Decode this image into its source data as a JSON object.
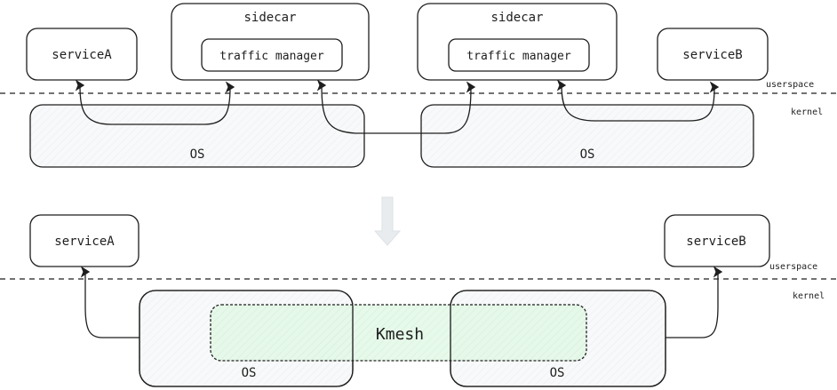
{
  "top": {
    "serviceA": "serviceA",
    "serviceB": "serviceB",
    "sidecar_left": "sidecar",
    "sidecar_right": "sidecar",
    "traffic_manager_left": "traffic manager",
    "traffic_manager_right": "traffic manager",
    "userspace": "userspace",
    "kernel": "kernel",
    "os_left": "OS",
    "os_right": "OS"
  },
  "bottom": {
    "serviceA": "serviceA",
    "serviceB": "serviceB",
    "userspace": "userspace",
    "kernel": "kernel",
    "kmesh": "Kmesh",
    "os_left": "OS",
    "os_right": "OS"
  },
  "colors": {
    "stroke": "#1e1e1e",
    "box_fill": "#f8f9fa",
    "kmesh_fill": "#d3f9d8",
    "down_arrow": "#dee2e6"
  }
}
